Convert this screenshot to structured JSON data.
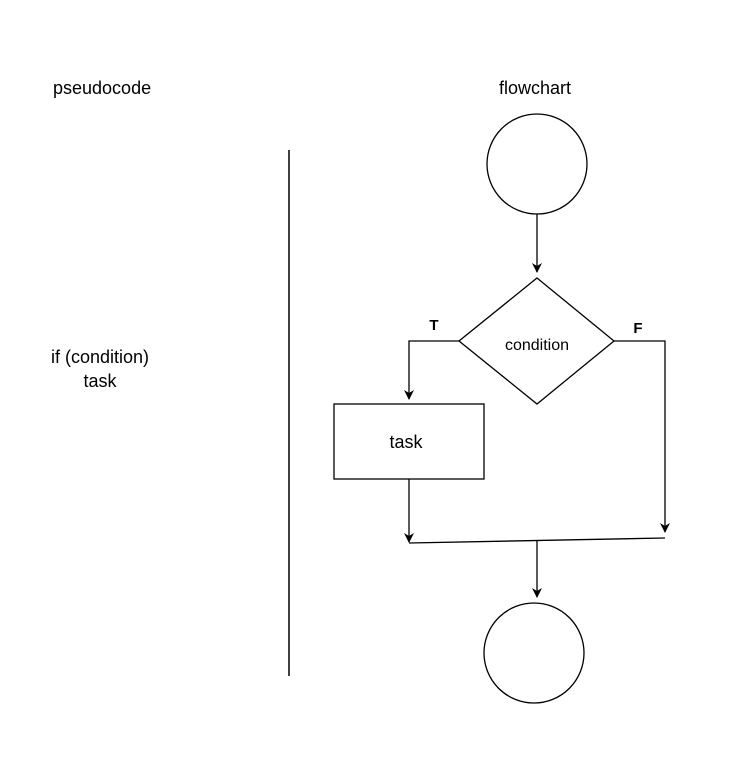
{
  "headings": {
    "pseudocode": "pseudocode",
    "flowchart": "flowchart"
  },
  "pseudocode": {
    "line1": "if (condition)",
    "line2": "task"
  },
  "flowchart": {
    "condition_label": "condition",
    "task_label": "task",
    "true_branch_label": "T",
    "false_branch_label": "F"
  }
}
